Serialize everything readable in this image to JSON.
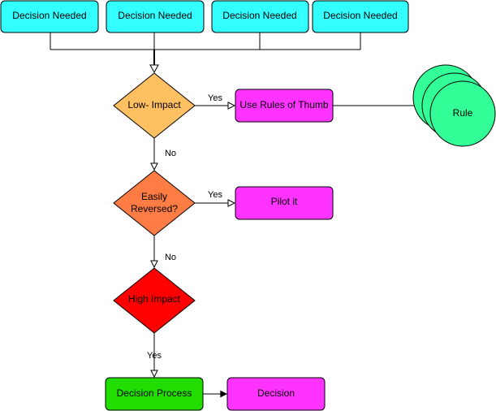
{
  "nodes": {
    "decision_needed_1": "Decision Needed",
    "decision_needed_2": "Decision Needed",
    "decision_needed_3": "Decision Needed",
    "decision_needed_4": "Decision Needed",
    "low_impact": "Low- Impact",
    "easily_reversed_line1": "Easily",
    "easily_reversed_line2": "Reversed?",
    "high_impact": "High Impact",
    "use_rules_of_thumb": "Use Rules of Thumb",
    "pilot_it": "Pilot it",
    "decision_process": "Decision Process",
    "decision": "Decision",
    "rule": "Rule"
  },
  "edges": {
    "low_impact_yes": "Yes",
    "low_impact_no": "No",
    "easily_reversed_yes": "Yes",
    "easily_reversed_no": "No",
    "high_impact_yes": "Yes"
  },
  "colors": {
    "start_box": "#33FFFF",
    "low_impact": "#FFC062",
    "easily_reversed": "#FF7D45",
    "high_impact": "#FF0000",
    "action_box": "#FF33FF",
    "decision_process": "#22DD00",
    "rule_circle": "#33FF99"
  }
}
